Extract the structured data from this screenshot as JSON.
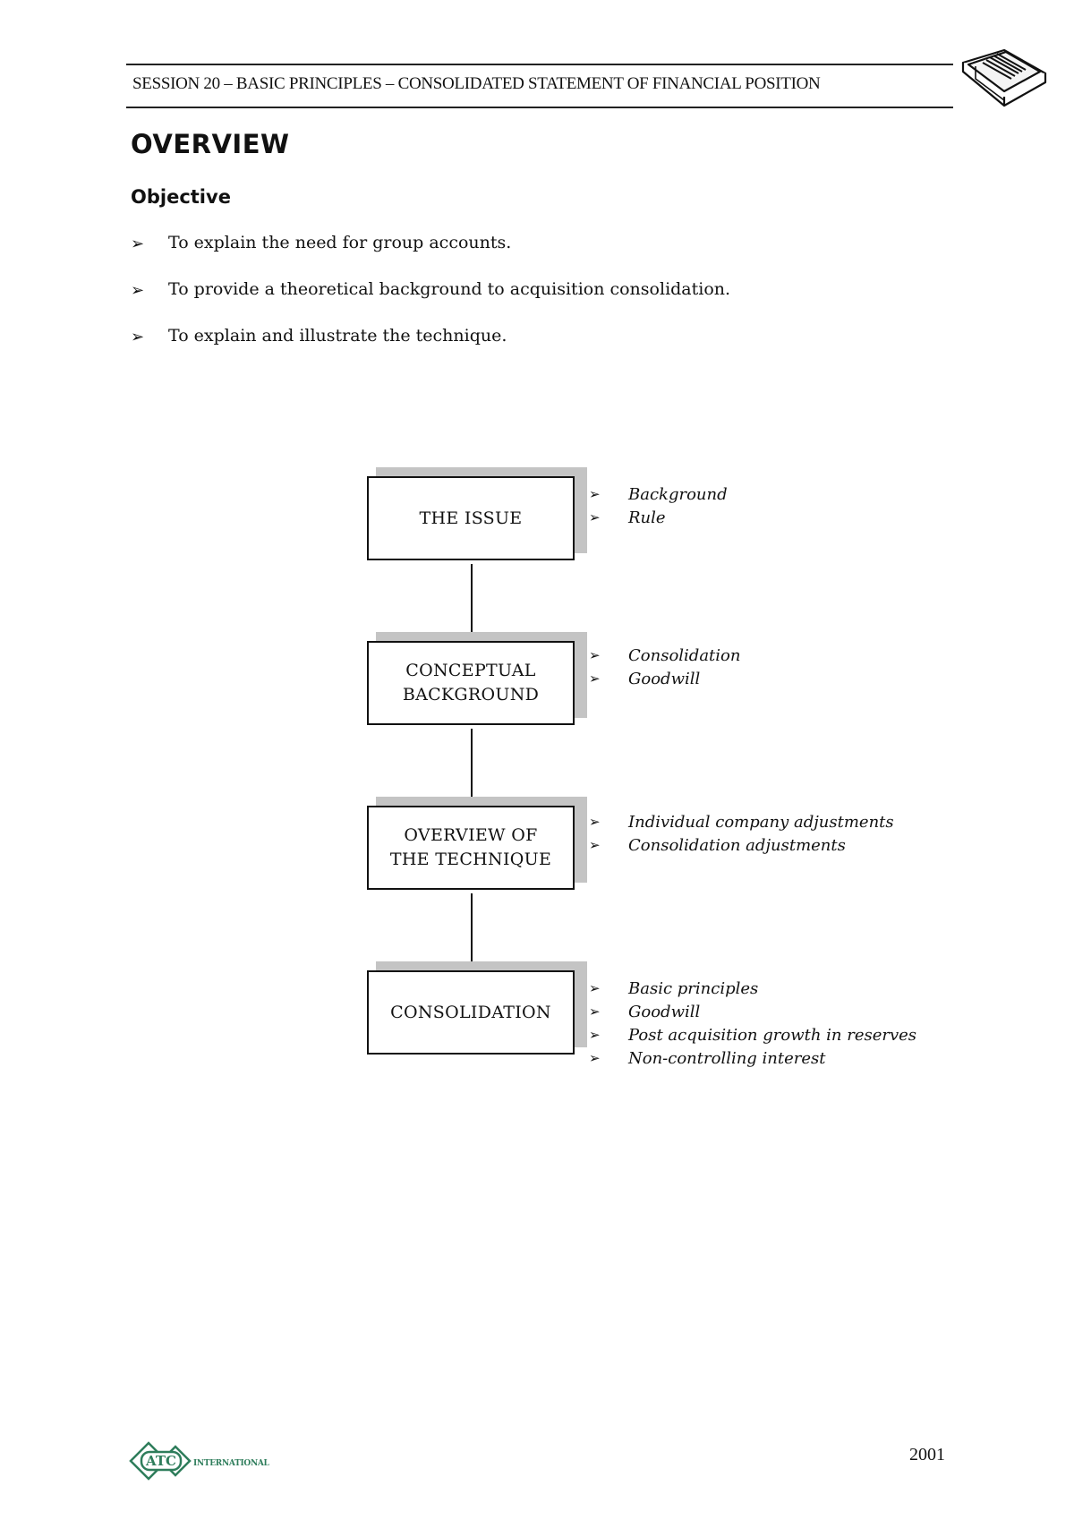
{
  "header": {
    "title": "SESSION 20 – BASIC PRINCIPLES – CONSOLIDATED STATEMENT OF FINANCIAL POSITION",
    "icon": "book-icon"
  },
  "page_title": "OVERVIEW",
  "objective": {
    "heading": "Objective",
    "bullet": "➢",
    "items": [
      "To explain the need for group accounts.",
      "To provide a theoretical background to acquisition consolidation.",
      "To explain and illustrate the technique."
    ]
  },
  "diagram": {
    "bullet": "➢",
    "nodes": [
      {
        "lines": [
          "THE ISSUE"
        ],
        "points": [
          "Background",
          "Rule"
        ]
      },
      {
        "lines": [
          "CONCEPTUAL",
          "BACKGROUND"
        ],
        "points": [
          "Consolidation",
          "Goodwill"
        ]
      },
      {
        "lines": [
          "OVERVIEW OF",
          "THE TECHNIQUE"
        ],
        "points": [
          "Individual company adjustments",
          "Consolidation adjustments"
        ]
      },
      {
        "lines": [
          "CONSOLIDATION"
        ],
        "points": [
          "Basic principles",
          "Goodwill",
          "Post acquisition growth in reserves",
          "Non-controlling interest"
        ]
      }
    ]
  },
  "footer": {
    "logo_text": "ATC",
    "logo_subtext": "INTERNATIONAL",
    "page_number": "2001"
  }
}
